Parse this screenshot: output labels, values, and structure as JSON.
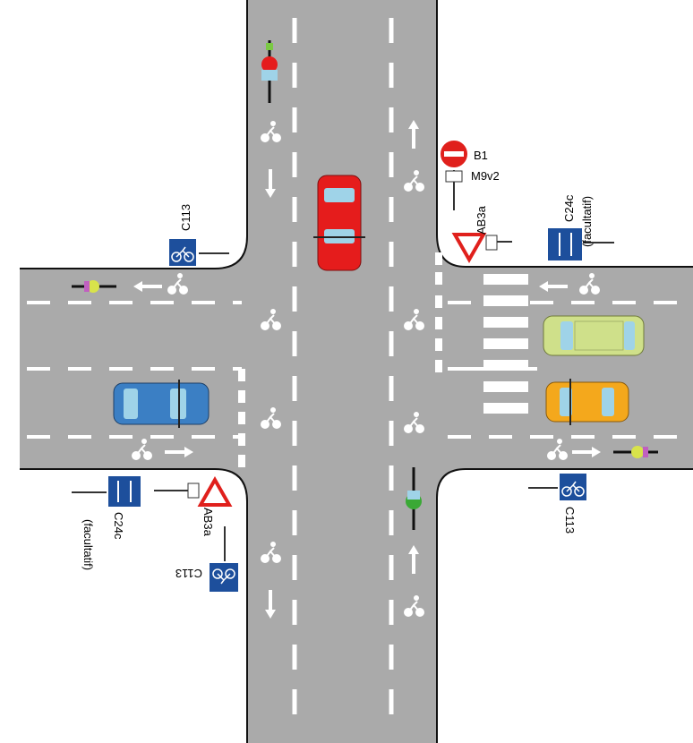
{
  "colors": {
    "road": "#aaaaaa",
    "curb": "#111111",
    "marking": "#ffffff",
    "sign_blue": "#1d4f9c",
    "sign_red": "#e0201c",
    "car_red": "#e51c1c",
    "car_blue": "#3b7fc4",
    "car_green": "#cfe08a",
    "car_orange": "#f4a81c"
  },
  "signs": {
    "b1": {
      "code": "B1",
      "sub": "M9v2"
    },
    "c113_top_left": {
      "code": "C113"
    },
    "c113_right": {
      "code": "C113"
    },
    "c113_bottom": {
      "code": "C113"
    },
    "ab3a_top": {
      "code": "AB3a"
    },
    "ab3a_bottom": {
      "code": "AB3a"
    },
    "c24c_top": {
      "code": "C24c",
      "note": "(facultatif)"
    },
    "c24c_bottom": {
      "code": "C24c",
      "note": "(facultatif)"
    }
  },
  "vehicles": {
    "cars": [
      "red-car",
      "blue-car",
      "green-car",
      "orange-car"
    ],
    "cyclists": [
      "cyclist-north",
      "cyclist-west",
      "cyclist-east",
      "cyclist-south"
    ]
  },
  "markings": {
    "bike_symbols": "bicycle-icon",
    "arrows": "arrow-icon"
  }
}
